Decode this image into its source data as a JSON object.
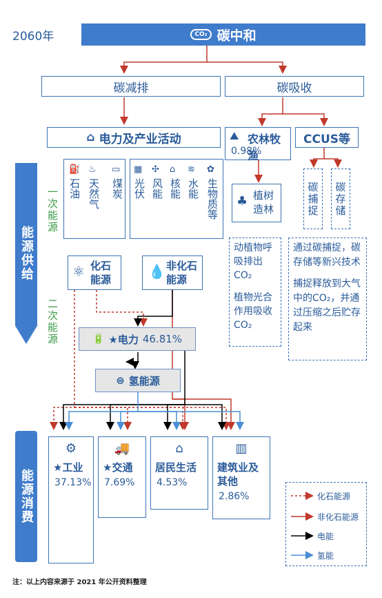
{
  "year": "2060年",
  "top": {
    "title": "碳中和",
    "icon_text": "CO₂"
  },
  "level2": {
    "reduce": "碳减排",
    "absorb": "碳吸收"
  },
  "level3": {
    "power": "电力及产业活动",
    "agri_title": "农林牧渔",
    "agri_pct": "0.98%",
    "ccus": "CCUS等"
  },
  "sidebar": {
    "supply": "能源供给",
    "consume": "能源消费"
  },
  "primary": {
    "label": "一次能源",
    "items": [
      "石油",
      "天然气",
      "煤炭",
      "光伏",
      "风能",
      "核能",
      "水能",
      "生物质等"
    ]
  },
  "secondary": {
    "label": "二次能源"
  },
  "afforest": "植树造林",
  "ccus_items": [
    "碳捕捉",
    "碳存储"
  ],
  "agri_desc1": "动植物呼吸排出CO₂",
  "agri_desc2": "植物光合作用吸收CO₂",
  "ccus_desc1": "通过碳捕捉，碳存储等新兴技术",
  "ccus_desc2": "捕捉释放到大气中的CO₂，并通过压缩之后贮存起来",
  "fossil": "化石能源",
  "nonfossil": "非化石能源",
  "electric": {
    "label": "★电力",
    "pct": "46.81%"
  },
  "hydrogen": "氢能源",
  "consumers": [
    {
      "name": "★工业",
      "pct": "37.13%"
    },
    {
      "name": "★交通",
      "pct": "7.69%"
    },
    {
      "name": "居民生活",
      "pct": "4.53%"
    },
    {
      "name": "建筑业及其他",
      "pct": "2.86%"
    }
  ],
  "legend": [
    {
      "label": "化石能源",
      "color": "#c0392b"
    },
    {
      "label": "非化石能源",
      "color": "#c0392b"
    },
    {
      "label": "电能",
      "color": "#000000"
    },
    {
      "label": "氢能",
      "color": "#4a8fd6"
    }
  ],
  "note": "注：以上内容来源于 2021 年公开资料整理",
  "badge": "a"
}
